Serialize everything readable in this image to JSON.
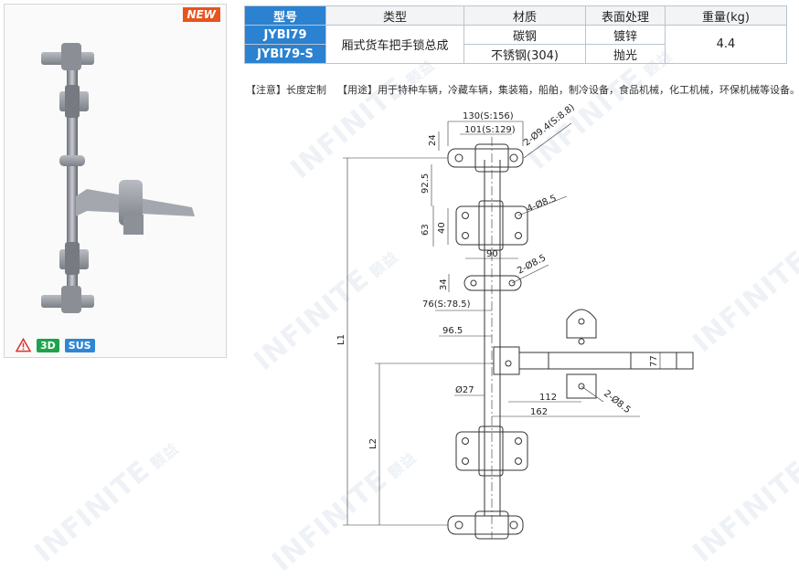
{
  "badge_new": "NEW",
  "tags": {
    "three_d": "3D",
    "material": "SUS"
  },
  "table": {
    "headers": [
      "型号",
      "类型",
      "材质",
      "表面处理",
      "重量(kg)"
    ],
    "rows": [
      {
        "model": "JYBI79",
        "material": "碳钢",
        "finish": "镀锌"
      },
      {
        "model": "JYBI79-S",
        "material": "不锈钢(304)",
        "finish": "抛光"
      }
    ],
    "type": "厢式货车把手锁总成",
    "weight": "4.4"
  },
  "notes": {
    "note": "【注意】长度定制",
    "usage": "【用途】用于特种车辆，冷藏车辆，集装箱，船舶，制冷设备，食品机械，化工机械，环保机械等设备。"
  },
  "dimensions": {
    "d130": "130(S:156)",
    "d101": "101(S:129)",
    "d24": "24",
    "hole_top": "2-Ø9.4(S:8.8)",
    "d92_5": "92.5",
    "hole_mid": "4-Ø8.5",
    "d63": "63",
    "d40": "40",
    "d90": "90",
    "hole_guide": "2-Ø8.5",
    "d34": "34",
    "d76": "76(S:78.5)",
    "d96_5": "96.5",
    "l1": "L1",
    "l2": "L2",
    "d27": "Ø27",
    "d112": "112",
    "d162": "162",
    "d77": "77",
    "hole_handle": "2-Ø8.5"
  },
  "watermark": {
    "brand": "INFINITE",
    "cn": "颢益"
  },
  "colors": {
    "table_blue": "#2a82d0",
    "new_orange": "#e8541e",
    "tag_green": "#1ea24a",
    "tag_blue": "#2f86d4"
  }
}
